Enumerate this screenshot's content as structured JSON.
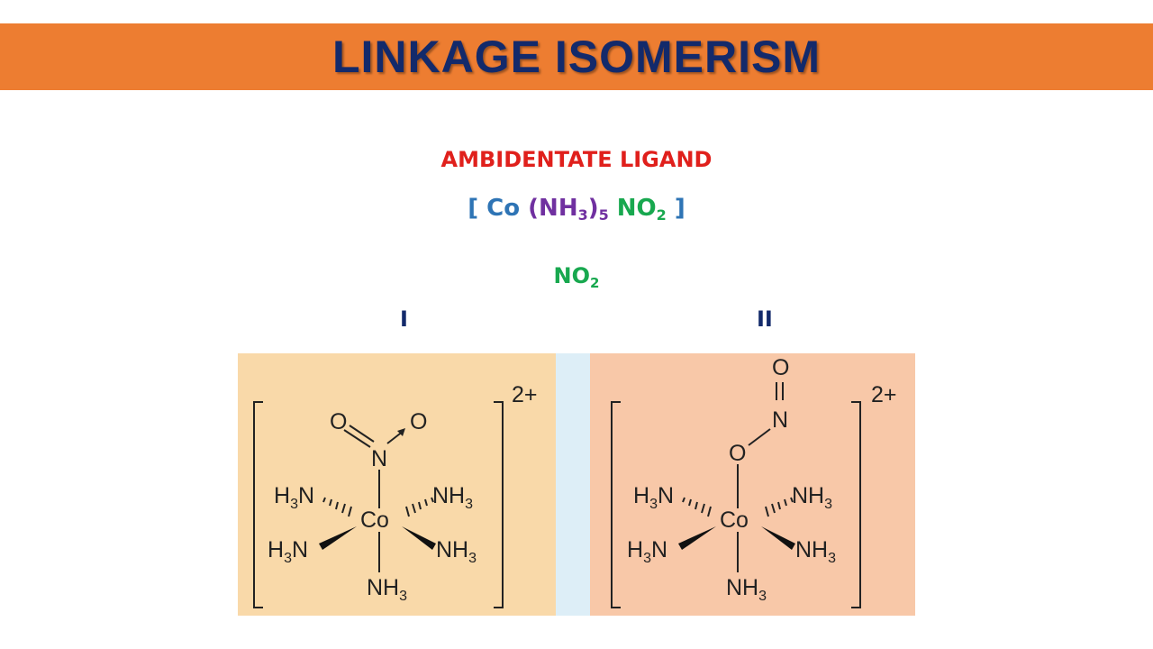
{
  "header": {
    "title": "LINKAGE ISOMERISM"
  },
  "subtitle": "AMBIDENTATE LIGAND",
  "formula": {
    "open": "[ Co ",
    "ligand_a": "(NH",
    "ligand_a_sub": "3",
    "ligand_a_close": ")",
    "ligand_a_count": "5",
    "ligand_b": " NO",
    "ligand_b_sub": "2",
    "close": " ]"
  },
  "ligand": {
    "text": "NO",
    "sub": "2"
  },
  "isomers": [
    {
      "label": "I",
      "charge": "2+",
      "metal": "Co",
      "top_atom": "N",
      "oxygens": [
        "O",
        "O"
      ],
      "amine_group": "NH",
      "amine_sub": "3",
      "amine_h": "H",
      "amine_n": "N"
    },
    {
      "label": "II",
      "charge": "2+",
      "metal": "Co",
      "top_atom": "O",
      "n_atom": "N",
      "terminal_o": "O",
      "amine_group": "NH",
      "amine_sub": "3",
      "amine_h": "H",
      "amine_n": "N"
    }
  ],
  "colors": {
    "title_bar": "#ed7d31",
    "title_text": "#132a6b",
    "subtitle": "#e0201c",
    "cobalt": "#2e74b5",
    "ammine": "#7030a0",
    "nitro": "#18a84f",
    "panel_1": "#f9d9a9",
    "panel_2": "#f8c8a8",
    "gap": "#ddeef7"
  }
}
